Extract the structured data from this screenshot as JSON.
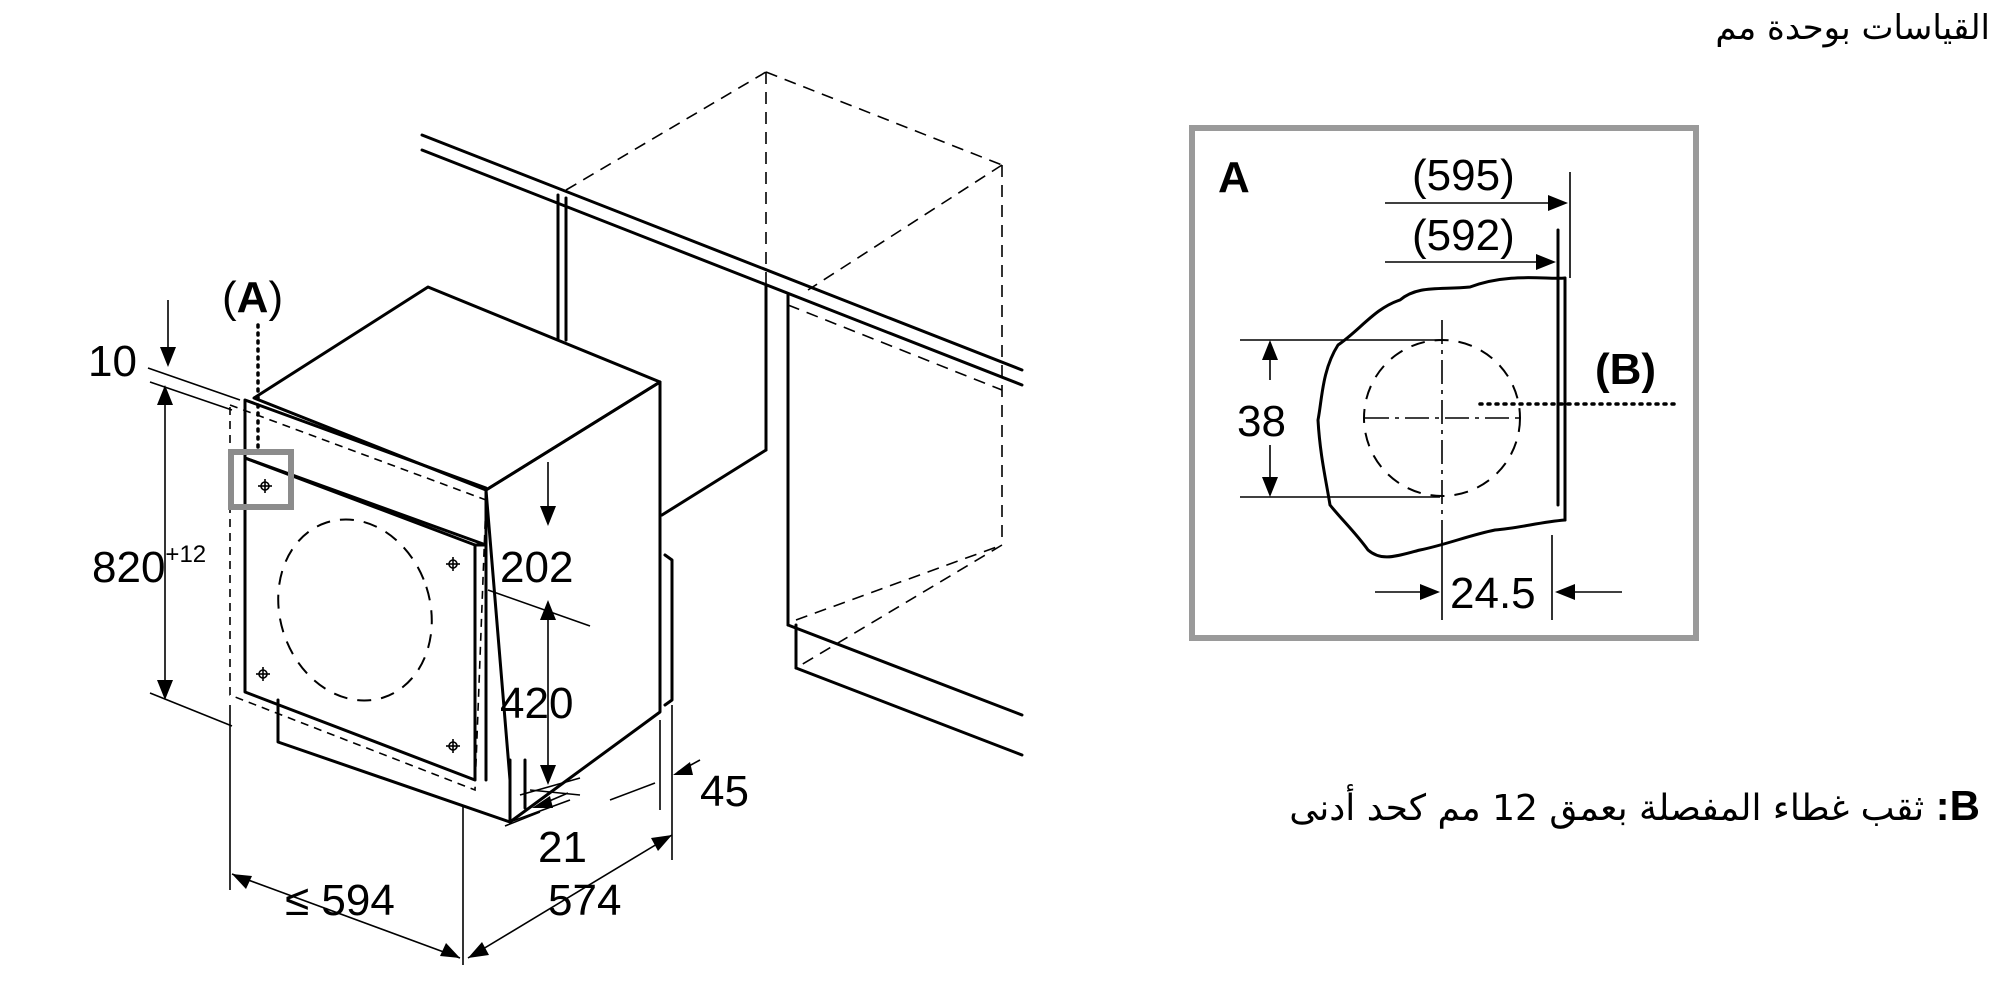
{
  "units_label": "القياسات بوحدة مم",
  "callout_main": "A",
  "detail_A": {
    "title": "A",
    "dim_595": "(595)",
    "dim_592": "(592)",
    "dim_38": "38",
    "dim_24_5": "24.5",
    "callout_B": "(B)"
  },
  "dims": {
    "top_gap": "10",
    "height": "820",
    "height_tol": "+12",
    "d202": "202",
    "d420": "420",
    "d45": "45",
    "d21": "21",
    "width": "≤ 594",
    "depth": "574"
  },
  "note_B": {
    "key": "B:",
    "text": " ثقب غطاء المفصلة بعمق 12 مم كحد أدنى"
  }
}
